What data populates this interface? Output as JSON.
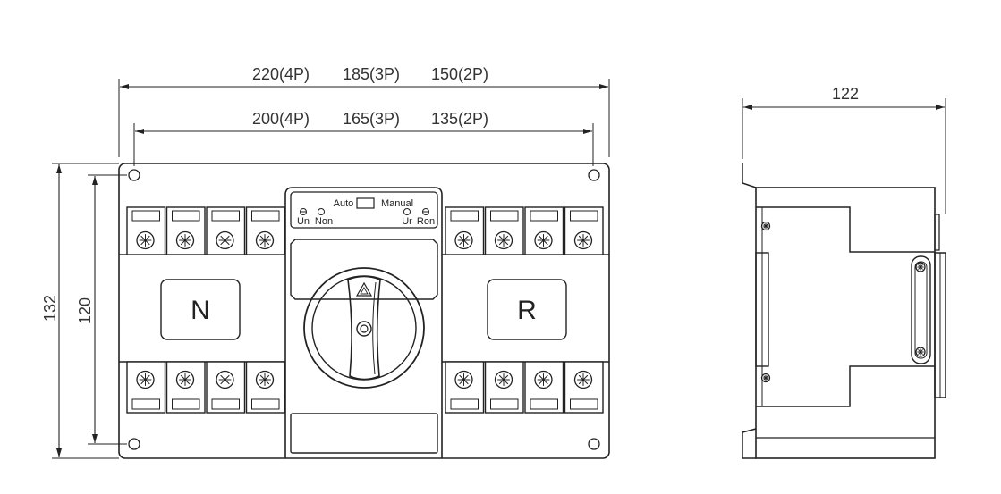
{
  "dimensions": {
    "overall_width": [
      "220(4P)",
      "185(3P)",
      "150(2P)"
    ],
    "mounting_width": [
      "200(4P)",
      "165(3P)",
      "135(2P)"
    ],
    "overall_height": "132",
    "mounting_height": "120",
    "depth": "122"
  },
  "control_panel": {
    "mode_auto": "Auto",
    "mode_manual": "Manual",
    "indicator_un": "Un",
    "indicator_non": "Non",
    "indicator_ur": "Ur",
    "indicator_ron": "Ron"
  },
  "sources": {
    "normal": "N",
    "reserve": "R"
  },
  "colors": {
    "line": "#222222",
    "background": "#ffffff"
  }
}
